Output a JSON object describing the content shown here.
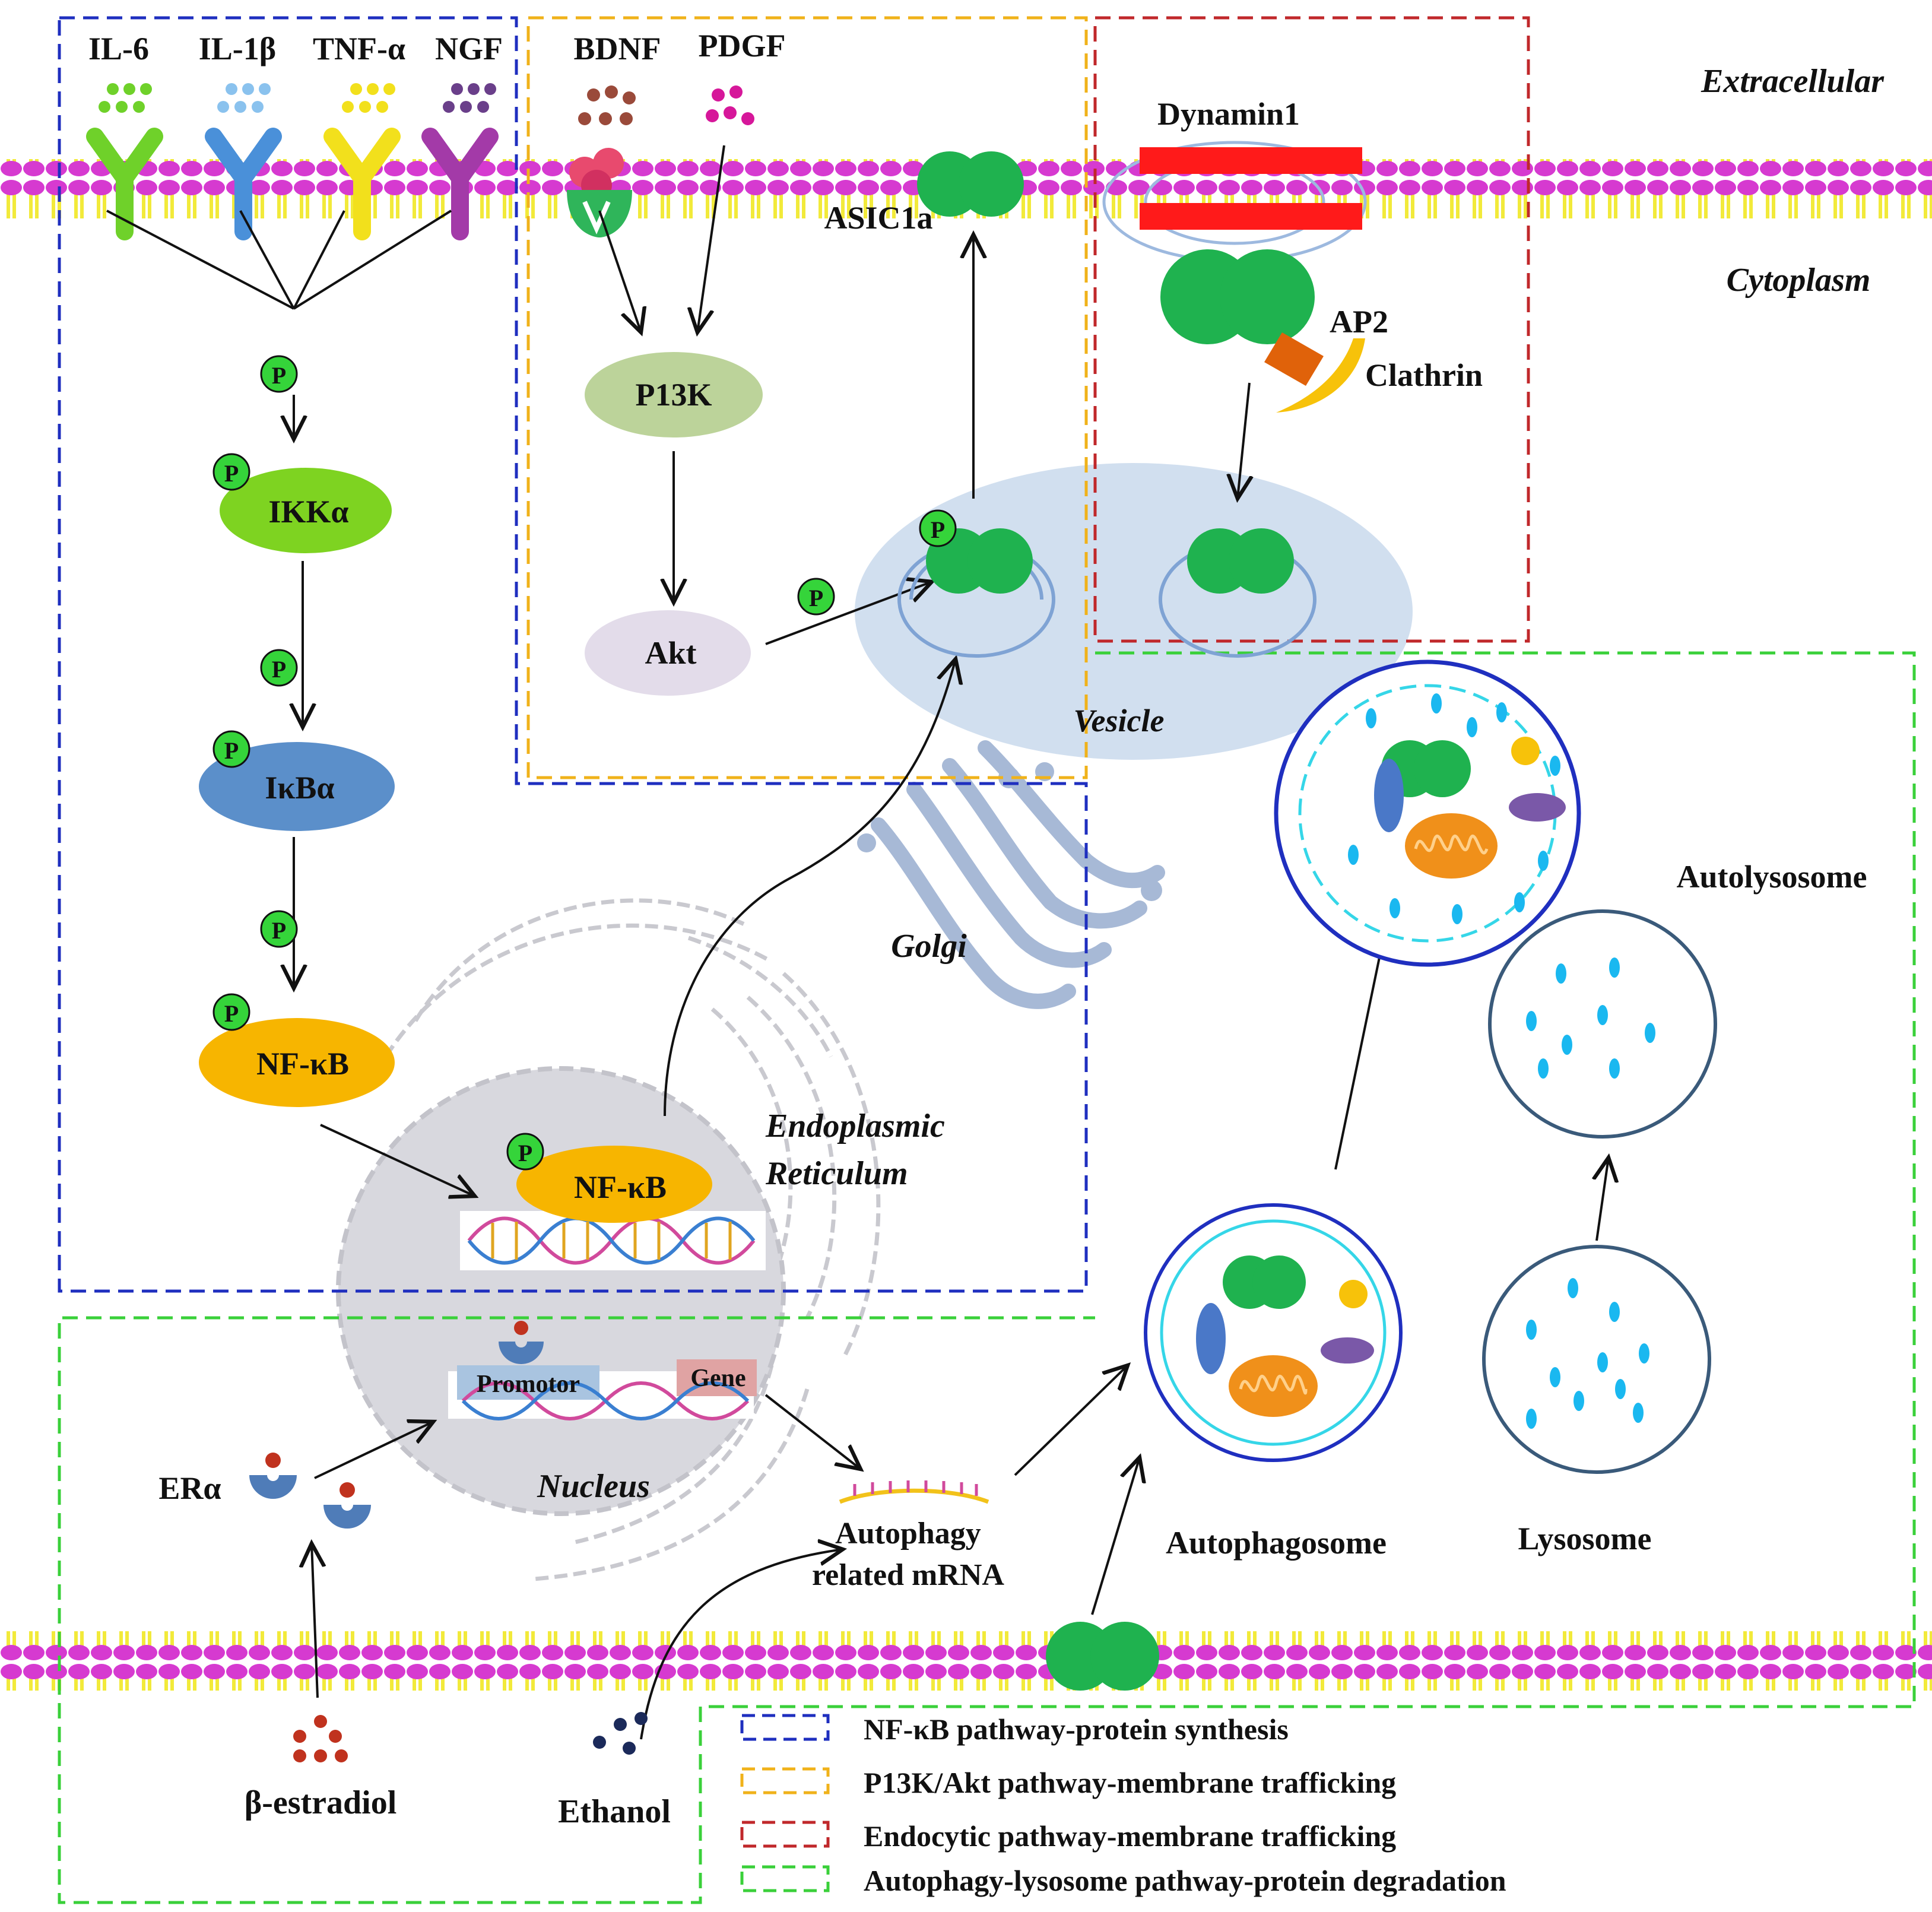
{
  "regions": {
    "extracellular": "Extracellular",
    "cytoplasm": "Cytoplasm",
    "vesicle": "Vesicle",
    "golgi": "Golgi",
    "er_line1": "Endoplasmic",
    "er_line2": "Reticulum",
    "nucleus": "Nucleus"
  },
  "receptors": [
    {
      "label": "IL-6",
      "color": "#6fd12a"
    },
    {
      "label": "IL-1β",
      "color": "#4a90d9"
    },
    {
      "label": "TNF-α",
      "color": "#f2e01c"
    },
    {
      "label": "NGF",
      "color": "#a33aa8"
    }
  ],
  "growth_factors": {
    "bdnf": "BDNF",
    "pdgf": "PDGF"
  },
  "proteins": {
    "pi3k": "P13K",
    "akt": "Akt",
    "ikk": "IKKα",
    "ikb": "IκBα",
    "nfkb": "NF-κB",
    "nfkb_nucleus": "NF-κB",
    "asic1a": "ASIC1a",
    "dynamin": "Dynamin1",
    "ap2": "AP2",
    "clathrin": "Clathrin",
    "era": "ERα",
    "promotor": "Promotor",
    "gene": "Gene",
    "mrna_line1": "Autophagy",
    "mrna_line2": "related  mRNA",
    "estradiol": "β-estradiol",
    "ethanol": "Ethanol",
    "phospho": "P"
  },
  "organelles": {
    "autophagosome": "Autophagosome",
    "lysosome": "Lysosome",
    "autolysosome": "Autolysosome"
  },
  "legend": [
    {
      "label": "NF-κB pathway-protein synthesis",
      "color": "#1f2fbf"
    },
    {
      "label": "P13K/Akt pathway-membrane trafficking",
      "color": "#f0b21a"
    },
    {
      "label": "Endocytic pathway-membrane trafficking",
      "color": "#c0282b"
    },
    {
      "label": "Autophagy-lysosome pathway-protein degradation",
      "color": "#3ad03a"
    }
  ],
  "colors": {
    "membrane_head": "#d63ad0",
    "membrane_tail": "#f2ea3a",
    "channel": "#1fb24f",
    "phospho": "#35d43a"
  }
}
